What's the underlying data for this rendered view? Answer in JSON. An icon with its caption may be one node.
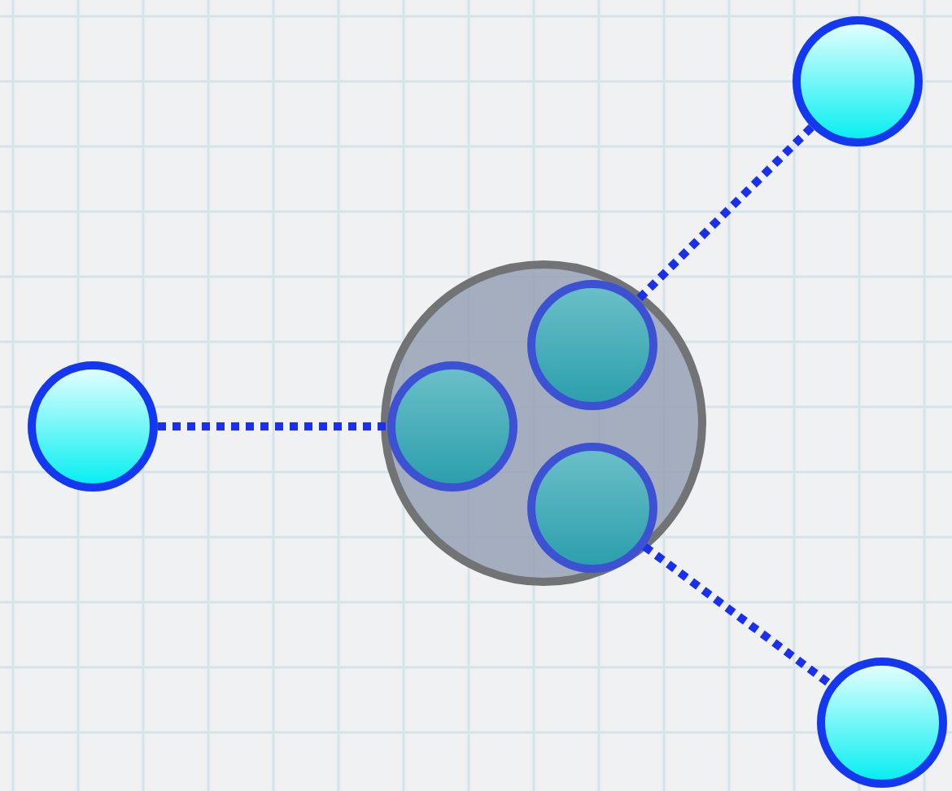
{
  "diagram": {
    "nodes": [
      {
        "text": [],
        "shape": "circle"
      },
      {
        "text": [],
        "shape": "circle"
      },
      {
        "text": [],
        "shape": "circle",
        "in": 1
      },
      {
        "text": [],
        "shape": "circle",
        "in": 1
      },
      {
        "text": [],
        "shape": "circle",
        "in": 1
      },
      {
        "text": [],
        "shape": "circle"
      },
      {
        "text": [],
        "shape": "circle"
      }
    ],
    "edges": [
      {
        "from": 0,
        "to": 2,
        "arrow": "none",
        "style": "dashed"
      },
      {
        "from": 5,
        "to": 3,
        "arrow": "none",
        "style": "dashed"
      },
      {
        "from": 4,
        "to": 6,
        "arrow": "none",
        "style": "dashed"
      }
    ]
  }
}
